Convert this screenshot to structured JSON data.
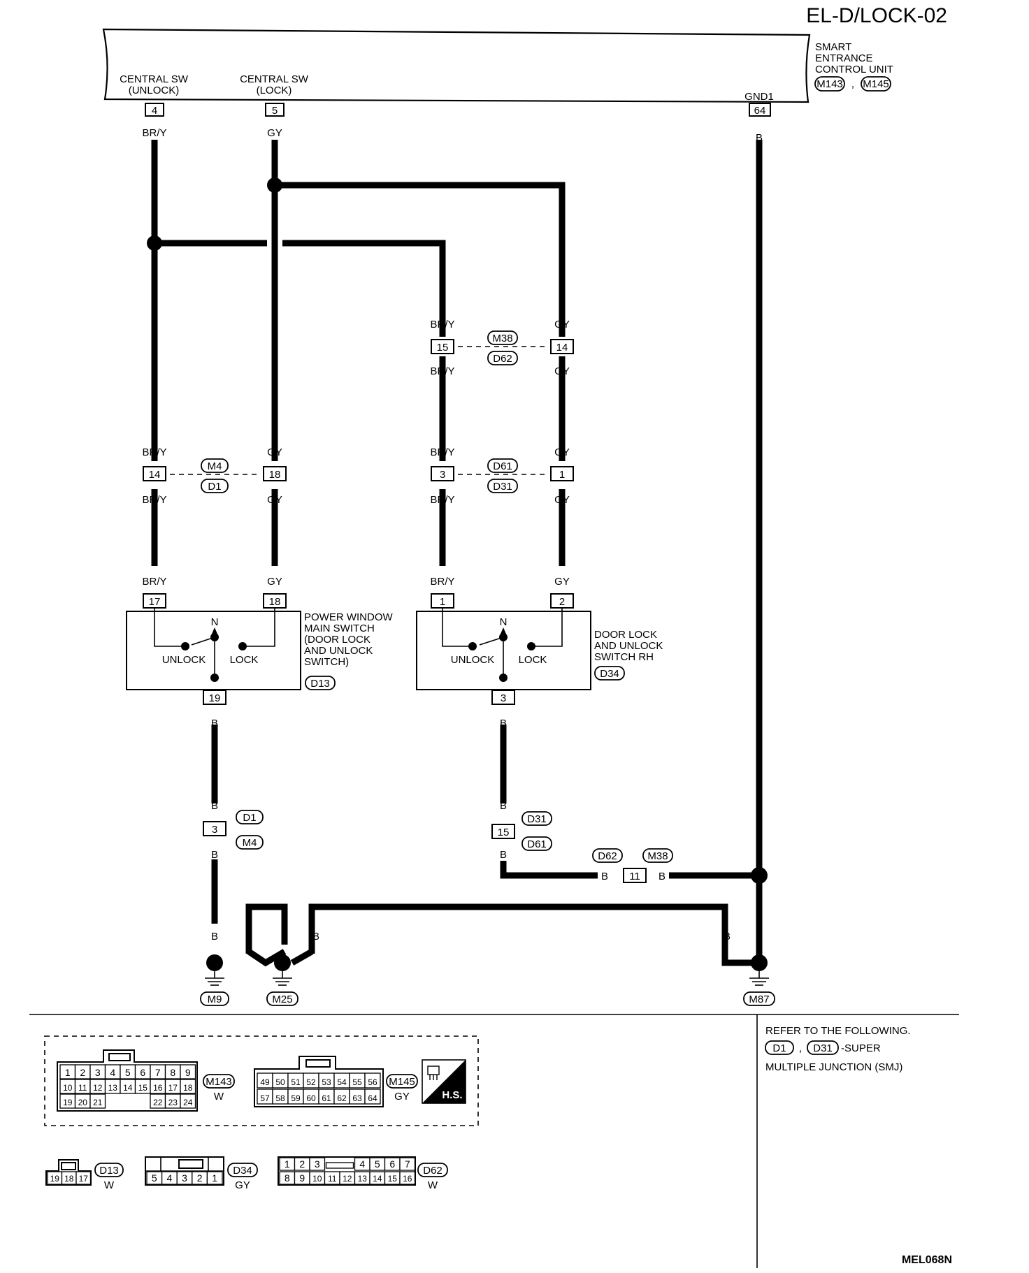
{
  "title": "EL-D/LOCK-02",
  "footer_code": "MEL068N",
  "unit": {
    "name_lines": [
      "SMART",
      "ENTRANCE",
      "CONTROL UNIT"
    ],
    "connectors": [
      "M143",
      "M145"
    ],
    "sep": ",",
    "pin_labels": {
      "unlock": [
        "CENTRAL SW",
        "(UNLOCK)"
      ],
      "lock": [
        "CENTRAL SW",
        "(LOCK)"
      ],
      "gnd": "GND1"
    },
    "pins": {
      "unlock": "4",
      "lock": "5",
      "gnd": "64"
    }
  },
  "wires": {
    "bry": "BR/Y",
    "gy": "GY",
    "b": "B"
  },
  "inline_connectors": {
    "c15": {
      "pin": "15",
      "tags": [
        "M38",
        "D62"
      ]
    },
    "c14": {
      "pin": "14"
    },
    "c14l": {
      "pin": "14",
      "tags": [
        "M4",
        "D1"
      ]
    },
    "c18": {
      "pin": "18"
    },
    "c3": {
      "pin": "3",
      "tags": [
        "D61",
        "D31"
      ]
    },
    "c1": {
      "pin": "1"
    },
    "gnd_left": {
      "pin": "3",
      "tags": [
        "D1",
        "M4"
      ]
    },
    "gnd_right": {
      "pin": "15",
      "tags": [
        "D31",
        "D61"
      ]
    },
    "gnd_joint": {
      "pin": "11",
      "tags": [
        "D62",
        "M38"
      ]
    }
  },
  "switches": {
    "main": {
      "label_lines": [
        "POWER WINDOW",
        "MAIN SWITCH",
        "(DOOR LOCK",
        "AND UNLOCK",
        "SWITCH)"
      ],
      "connector": "D13",
      "pins": [
        "17",
        "18",
        "19"
      ],
      "n": "N",
      "unlock": "UNLOCK",
      "lock": "LOCK"
    },
    "rh": {
      "label_lines": [
        "DOOR LOCK",
        "AND UNLOCK",
        "SWITCH RH"
      ],
      "connector": "D34",
      "pins": [
        "1",
        "2",
        "3"
      ],
      "n": "N",
      "unlock": "UNLOCK",
      "lock": "LOCK"
    }
  },
  "grounds": [
    "M9",
    "M25",
    "M87"
  ],
  "refer": {
    "line1": "REFER TO THE FOLLOWING.",
    "tags": [
      "D1",
      "D31"
    ],
    "sep": ",",
    "suffix": "-SUPER",
    "line3": "MULTIPLE JUNCTION (SMJ)"
  },
  "connector_views": {
    "m143": {
      "tag": "M143",
      "color": "W",
      "rows": [
        [
          "1",
          "2",
          "3",
          "4",
          "5",
          "6",
          "7",
          "8",
          "9"
        ],
        [
          "10",
          "11",
          "12",
          "13",
          "14",
          "15",
          "16",
          "17",
          "18"
        ],
        [
          "19",
          "20",
          "21",
          "22",
          "23",
          "24"
        ]
      ]
    },
    "m145": {
      "tag": "M145",
      "color": "GY",
      "rows": [
        [
          "49",
          "50",
          "51",
          "52",
          "53",
          "54",
          "55",
          "56"
        ],
        [
          "57",
          "58",
          "59",
          "60",
          "61",
          "62",
          "63",
          "64"
        ]
      ]
    },
    "hs": "H.S.",
    "d13": {
      "tag": "D13",
      "color": "W",
      "pins": [
        "19",
        "18",
        "17"
      ]
    },
    "d34": {
      "tag": "D34",
      "color": "GY",
      "pins": [
        "5",
        "4",
        "3",
        "2",
        "1"
      ]
    },
    "d62": {
      "tag": "D62",
      "color": "W",
      "rows": [
        [
          "1",
          "2",
          "3",
          "4",
          "5",
          "6",
          "7"
        ],
        [
          "8",
          "9",
          "10",
          "11",
          "12",
          "13",
          "14",
          "15",
          "16"
        ]
      ]
    }
  }
}
